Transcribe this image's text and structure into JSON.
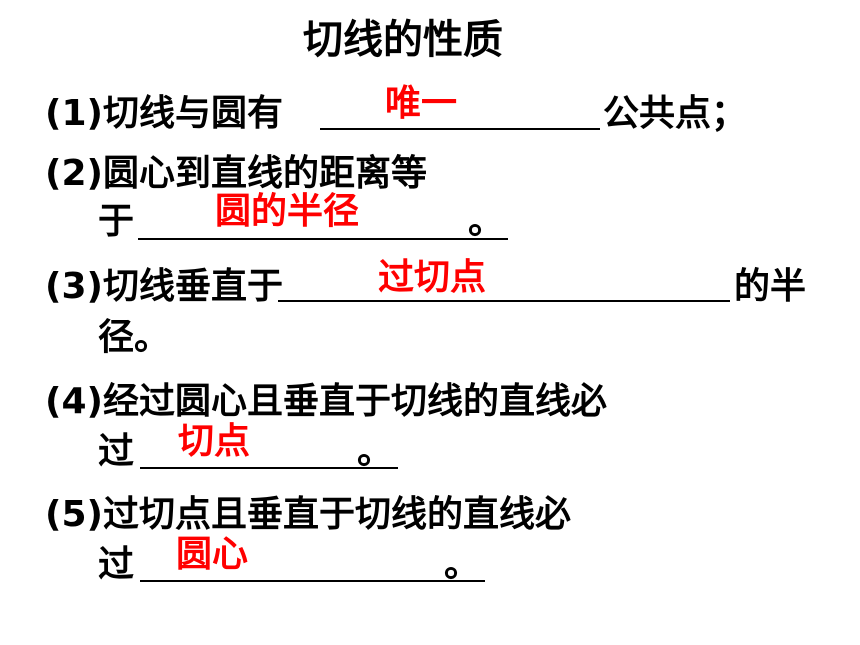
{
  "title": "切线的性质",
  "items": [
    {
      "line1": "(1)切线与圆有",
      "answer": "唯一",
      "suffix": "公共点；"
    },
    {
      "line1": "(2)圆心到直线的距离等",
      "line2": "于",
      "answer": "圆的半径",
      "suffix": "。"
    },
    {
      "line1": "(3)切线垂直于",
      "answer": "过切点",
      "suffix": "的半",
      "line2": "径。"
    },
    {
      "line1": "(4)经过圆心且垂直于切线的直线必",
      "line2": "过",
      "answer": "切点",
      "suffix": "。"
    },
    {
      "line1": "(5)过切点且垂直于切线的直线必",
      "line2": "过",
      "answer": "圆心",
      "suffix": "。"
    }
  ],
  "colors": {
    "answer": "#ff0000",
    "text": "#000000",
    "background": "#ffffff"
  }
}
